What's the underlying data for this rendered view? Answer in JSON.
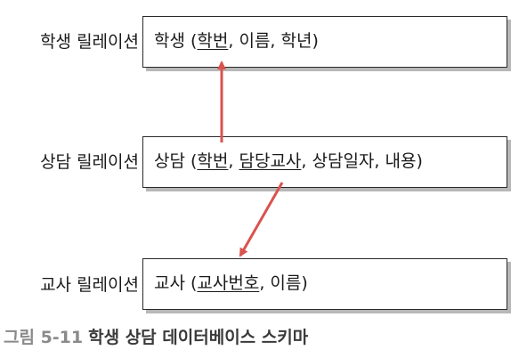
{
  "relations": {
    "student": {
      "label": "학생 릴레이션",
      "name": "학생",
      "open": " (",
      "key1": "학번",
      "rest": ", 이름, 학년)"
    },
    "counsel": {
      "label": "상담 릴레이션",
      "name": "상담",
      "open": " (",
      "key1": "학번",
      "sep": ", ",
      "key2": "담당교사",
      "rest": ", 상담일자, 내용)"
    },
    "teacher": {
      "label": "교사 릴레이션",
      "name": "교사",
      "open": " (",
      "key1": "교사번호",
      "rest": ", 이름)"
    }
  },
  "arrow_color": "#d9534f",
  "caption": {
    "number": "그림 5-11",
    "title": "학생 상담 데이터베이스 스키마"
  }
}
